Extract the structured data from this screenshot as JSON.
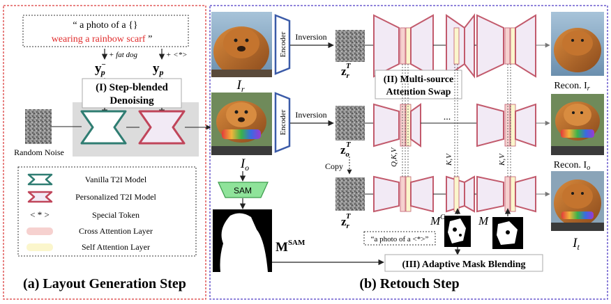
{
  "panel_a": {
    "caption": "(a) Layout Generation Step",
    "prompt_line1": "“ a photo of a {}",
    "prompt_line2": "wearing a rainbow scarf",
    "prompt_close": " ”",
    "plus_fat_dog": "+ fat dog",
    "plus_token": "+ <*>",
    "y_symbol": "y",
    "y_sub_minus": "p",
    "y_sub": "p",
    "step_title_line1": "(I) Step-blended",
    "step_title_line2": "Denoising",
    "random_noise": "Random Noise",
    "legend": {
      "vanilla": "Vanilla T2I Model",
      "personalized": "Personalized T2I Model",
      "special_token_symbol": "< * >",
      "special_token": "Special Token",
      "cross_attention": "Cross Attention Layer",
      "self_attention": "Self Attention Layer"
    }
  },
  "panel_b": {
    "caption": "(b) Retouch Step",
    "encoder": "Encoder",
    "inversion": "Inversion",
    "i_r": "I",
    "i_r_sub": "r",
    "i_o": "I",
    "i_o_sub": "o",
    "i_t": "I",
    "i_t_sub": "t",
    "z_symbol": "z",
    "z_sup": "T",
    "z_r_sub": "r",
    "z_o_sub": "o",
    "copy": "Copy",
    "swap_line1": "(II) Multi-source",
    "swap_line2": "Attention Swap",
    "dots": "...",
    "recon_r": "Recon. I",
    "recon_r_sub": "r",
    "recon_o": "Recon. I",
    "recon_o_sub": "o",
    "sam": "SAM",
    "m_sam": "M",
    "m_sam_sup": "SAM",
    "m_c": "M",
    "m_c_sup": "C",
    "m": "M",
    "qkv": "Q,K,V",
    "kv1": "K,V",
    "kv2": "K,V",
    "prompt_small": "“a photo of a <*>”",
    "blend_title": "(III) Adaptive Mask Blending"
  },
  "colors": {
    "border_left": "#e05a5a",
    "border_right": "#6a5acd",
    "vanilla": "#2f7d72",
    "personalized": "#c0455a",
    "cross_attn": "#f6d1cf",
    "self_attn": "#fbf6cc",
    "unet_fill": "#f2eaf5",
    "unet_stroke": "#c25a6c",
    "encoder": "#3b5ba8",
    "sam": "#8fe39a",
    "red_text": "#e02a2a"
  }
}
